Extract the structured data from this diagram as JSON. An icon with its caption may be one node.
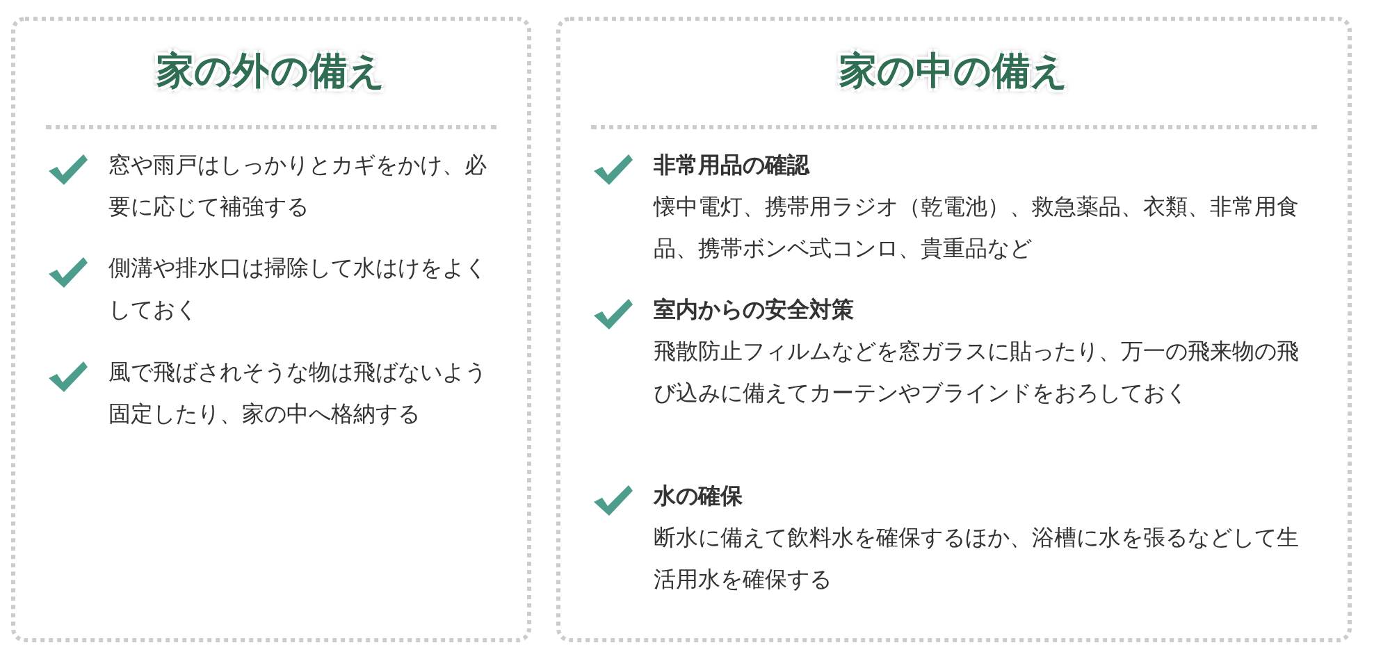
{
  "diagram": {
    "nodes": [
      {
        "text": [
          "家の**外**の備え"
        ]
      },
      {
        "text": [
          "窓や雨戸はしっかりとカギをかけ、必要に応じて補強する"
        ],
        "in": 0
      },
      {
        "text": [
          "側溝や排水口は掃除して水はけをよくしておく"
        ],
        "in": 0
      },
      {
        "text": [
          "風で飛ばされそうな物は飛ばないよう固定したり、家の中へ格納する"
        ],
        "in": 0
      },
      {
        "text": [
          "家の**中**の備え"
        ]
      },
      {
        "text": [
          "非常用品の確認",
          "懐中電灯、携帯用ラジオ（乾電池）、救急薬品、衣類、非常用食品、携帯ボンベ式コンロ、貴重品など"
        ],
        "in": 4
      },
      {
        "text": [
          "室内からの安全対策",
          "飛散防止フィルムなどを窓ガラスに貼ったり、万一の飛来物の飛び込みに備えてカーテンやブラインドをおろしておく"
        ],
        "in": 4
      },
      {
        "text": [
          "水の確保",
          "断水に備えて飲料水を確保するほか、浴槽に水を張るなどして生活用水を確保する"
        ],
        "in": 4
      }
    ]
  }
}
